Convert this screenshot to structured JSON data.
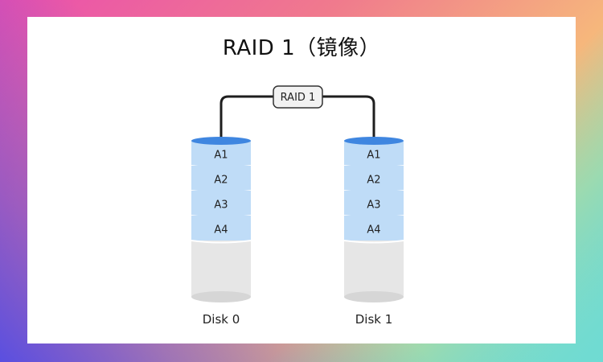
{
  "title": "RAID 1（镜像）",
  "controller_label": "RAID 1",
  "disks": [
    {
      "name": "Disk 0",
      "blocks": [
        "A1",
        "A2",
        "A3",
        "A4"
      ]
    },
    {
      "name": "Disk 1",
      "blocks": [
        "A1",
        "A2",
        "A3",
        "A4"
      ]
    }
  ],
  "colors": {
    "block_fill": "#bfdcf7",
    "disk_top": "#3f86e0",
    "disk_body": "#e6e6e6",
    "connector": "#1e1e1e"
  }
}
